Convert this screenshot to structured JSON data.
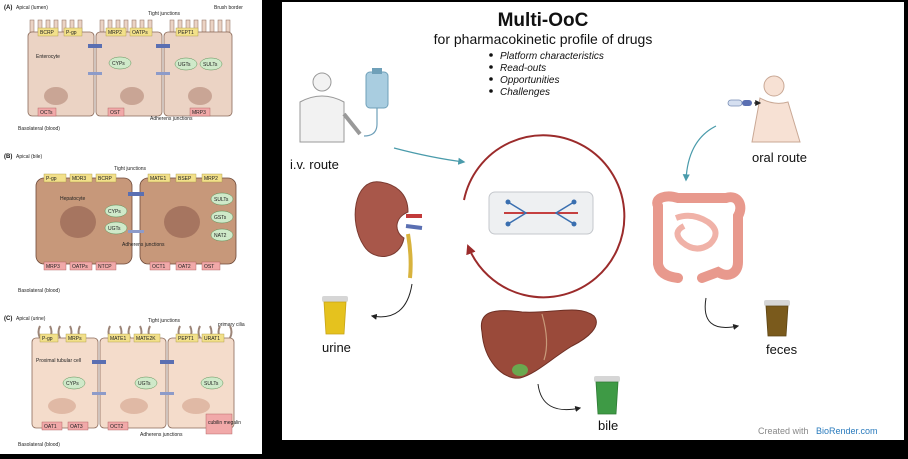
{
  "left": {
    "A": {
      "panel": "(A)",
      "apical": "Apical (lumen)",
      "brush": "Brush border",
      "tight": "Tight junctions",
      "cell": "Enterocyte",
      "adherens": "Adherens junctions",
      "basolateral": "Basolateral (blood)",
      "top_tags": [
        "BCRP",
        "P-gp",
        "MRP2",
        "OATPs",
        "PEPT1"
      ],
      "inner": [
        "CYPs",
        "UGTs",
        "SULTs"
      ],
      "bottom_tags": [
        "OCTs",
        "OST",
        "MRP3"
      ]
    },
    "B": {
      "panel": "(B)",
      "apical": "Apical (bile)",
      "tight": "Tight junctions",
      "cell": "Hepatocyte",
      "adherens": "Adherens junctions",
      "basolateral": "Basolateral (blood)",
      "top_tags": [
        "P-gp",
        "MDR3",
        "BCRP",
        "MATE1",
        "BSEP",
        "MRP2"
      ],
      "inner": [
        "CYPs",
        "UGTs",
        "SULTs",
        "GSTs",
        "NAT2"
      ],
      "bottom_tags": [
        "MRP3",
        "OATPs",
        "NTCP",
        "OCT1",
        "OAT2",
        "OST"
      ]
    },
    "C": {
      "panel": "(C)",
      "apical": "Apical (urine)",
      "tight": "Tight junctions",
      "cilia": "primary cilia",
      "cell": "Proximal tubular cell",
      "adherens": "Adherens junctions",
      "basolateral": "Basolateral (blood)",
      "top_tags": [
        "P-gp",
        "MRPs",
        "MATE1",
        "MATE2K",
        "PEPT1",
        "URAT1"
      ],
      "inner": [
        "CYPs",
        "UGTs",
        "SULTs"
      ],
      "bottom_tags": [
        "OAT1",
        "OAT3",
        "OCT2",
        "cubilin megalin"
      ]
    }
  },
  "right": {
    "title": "Multi-OoC",
    "subtitle": "for pharmacokinetic profile of drugs",
    "bullets": [
      "Platform characteristics",
      "Read-outs",
      "Opportunities",
      "Challenges"
    ],
    "iv_route": "i.v. route",
    "oral_route": "oral route",
    "urine": "urine",
    "feces": "feces",
    "bile": "bile",
    "credit_prefix": "Created with",
    "credit_brand": "BioRender.com"
  },
  "colors": {
    "cellA": "#ebd3c4",
    "cellB": "#c7987a",
    "cellC": "#f4dccb",
    "nucleus": "#b58a74",
    "tag_yellow": "#f2e08a",
    "tag_pink": "#f1a9a9",
    "enzyme": "#cfe9c9",
    "junction_blue": "#5a6fb2",
    "cycle_red": "#9b2b2b",
    "arrow_teal": "#4a9bab",
    "kidney": "#a8574a",
    "liver": "#9a4a3a",
    "intestine": "#e8998d",
    "urine_cup": "#e5c21e",
    "bile_cup": "#3e9a45",
    "feces_cup": "#7a5a1c"
  }
}
